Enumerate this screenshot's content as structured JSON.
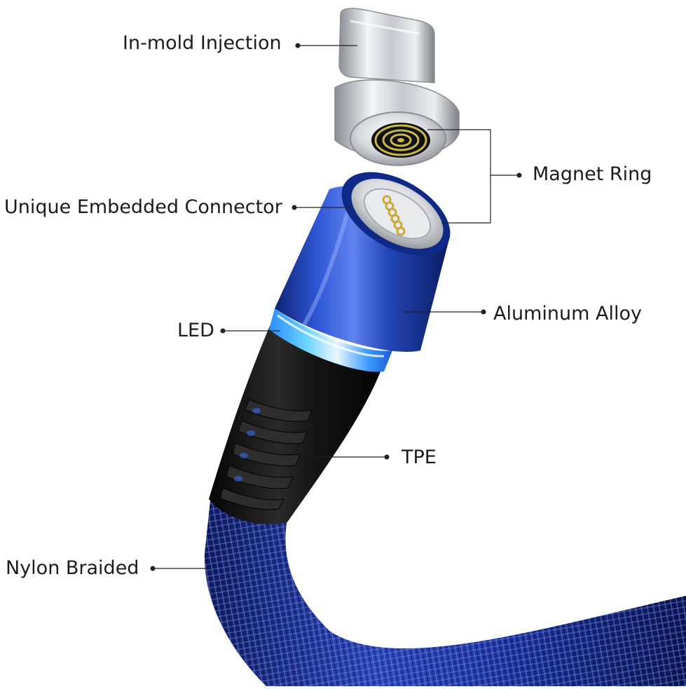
{
  "labels": {
    "in_mold_injection": "In-mold Injection",
    "magnet_ring": "Magnet Ring",
    "unique_embedded_connector": "Unique Embedded Connector",
    "aluminum_alloy": "Aluminum Alloy",
    "led": "LED",
    "tpe": "TPE",
    "nylon_braided": "Nylon Braided"
  },
  "colors": {
    "background": "#ffffff",
    "text": "#1c1c1c",
    "leader_line": "#222222",
    "aluminum_blue": "#1a3fa8",
    "braid_blue": "#1c2f8f",
    "tpe_black": "#111111",
    "led_glow": "#3fb4ff",
    "metal_silver": "#cfd2d6",
    "contact_gold": "#c9a93a"
  }
}
